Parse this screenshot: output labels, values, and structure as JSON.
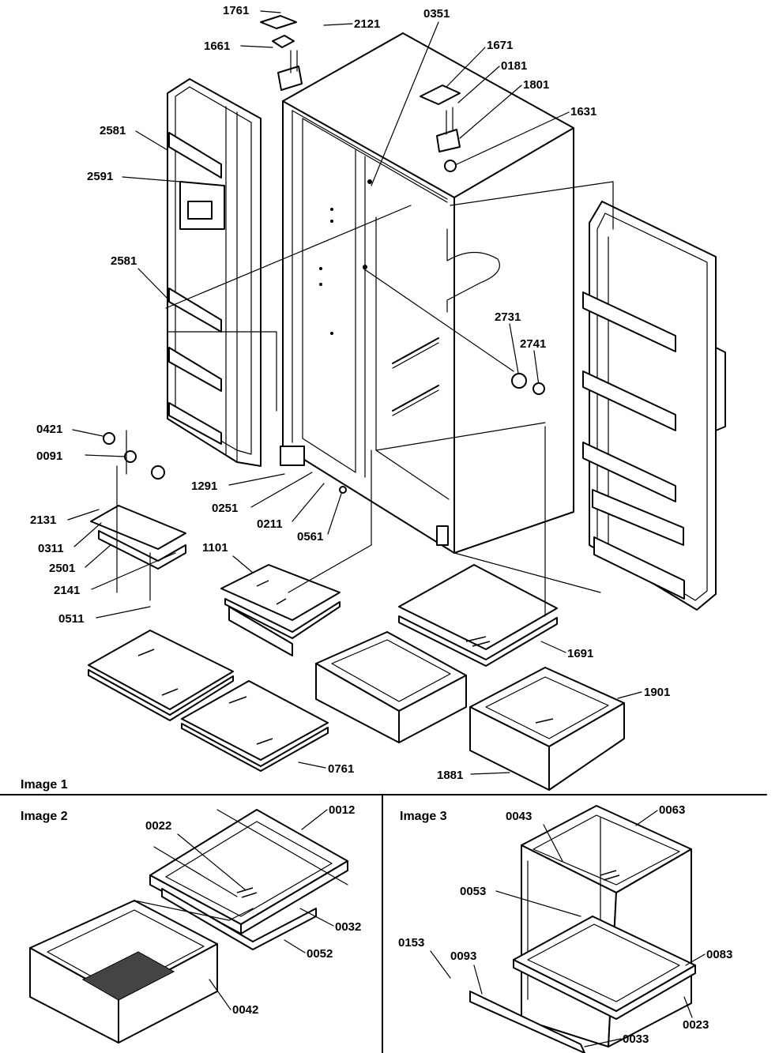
{
  "sections": [
    "Image 1",
    "Image 2",
    "Image 3"
  ],
  "image1_labels": [
    "1761",
    "2121",
    "0351",
    "1661",
    "1671",
    "0181",
    "1801",
    "1631",
    "2581",
    "2591",
    "2581",
    "2731",
    "2741",
    "0421",
    "0091",
    "1291",
    "0251",
    "0211",
    "0561",
    "2131",
    "0311",
    "2501",
    "2141",
    "0511",
    "1101",
    "1691",
    "1901",
    "1881",
    "0761"
  ],
  "image2_labels": [
    "0012",
    "0022",
    "0032",
    "0052",
    "0042"
  ],
  "image3_labels": [
    "0043",
    "0063",
    "0053",
    "0153",
    "0093",
    "0083",
    "0023",
    "0033"
  ]
}
